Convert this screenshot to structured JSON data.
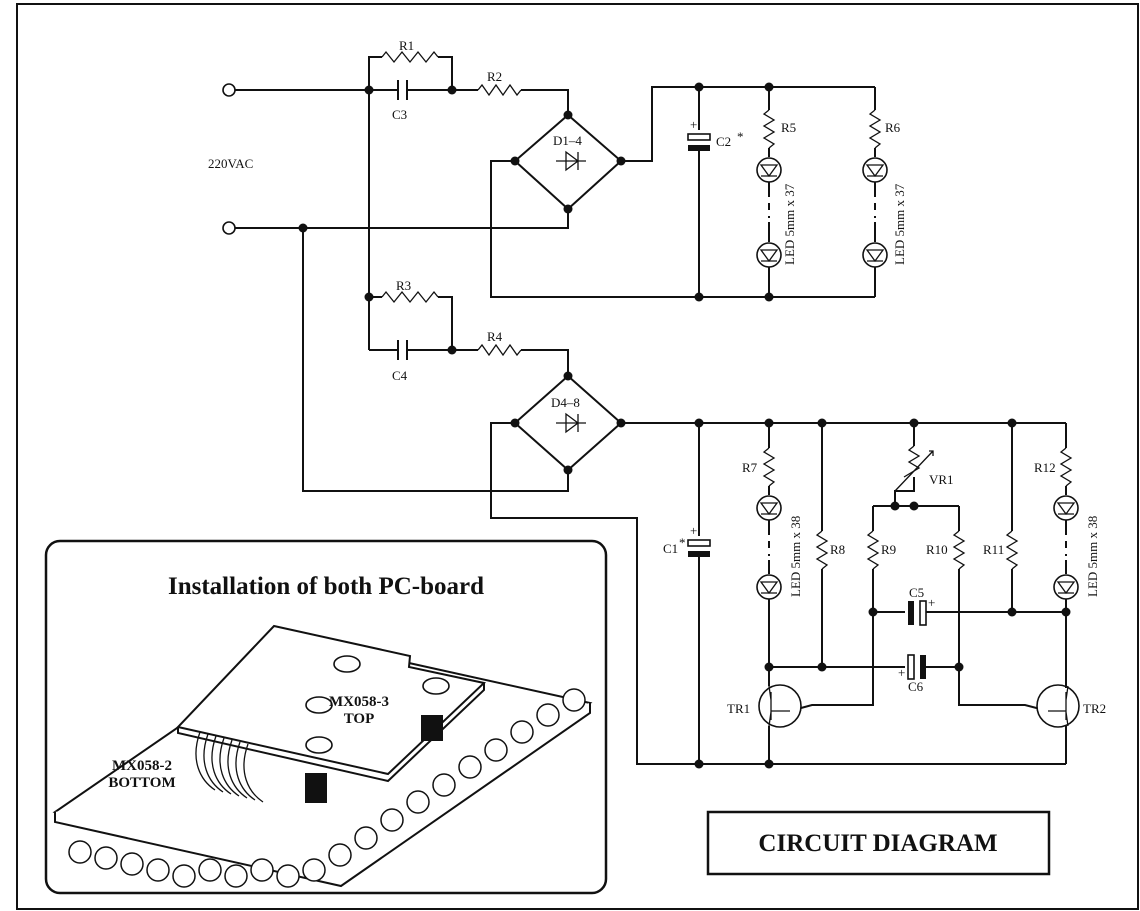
{
  "diagram": {
    "title": "CIRCUIT DIAGRAM",
    "input_label": "220VAC",
    "components": {
      "R1": "R1",
      "R2": "R2",
      "R3": "R3",
      "R4": "R4",
      "R5": "R5",
      "R6": "R6",
      "R7": "R7",
      "R8": "R8",
      "R9": "R9",
      "R10": "R10",
      "R11": "R11",
      "R12": "R12",
      "C1": "C1",
      "C2": "C2",
      "C3": "C3",
      "C4": "C4",
      "C5": "C5",
      "C6": "C6",
      "star": "*",
      "bridge1": "D1–4",
      "bridge2": "D4–8",
      "VR1": "VR1",
      "TR1": "TR1",
      "TR2": "TR2"
    },
    "led_strings": {
      "s1": "LED 5mm x 37",
      "s2": "LED 5mm x 37",
      "s3": "LED 5mm x 38",
      "s4": "LED 5mm x 38"
    },
    "installation": {
      "title": "Installation of both PC-board",
      "top_board": [
        "MX058-3",
        "TOP"
      ],
      "bottom_board": [
        "MX058-2",
        "BOTTOM"
      ]
    }
  }
}
